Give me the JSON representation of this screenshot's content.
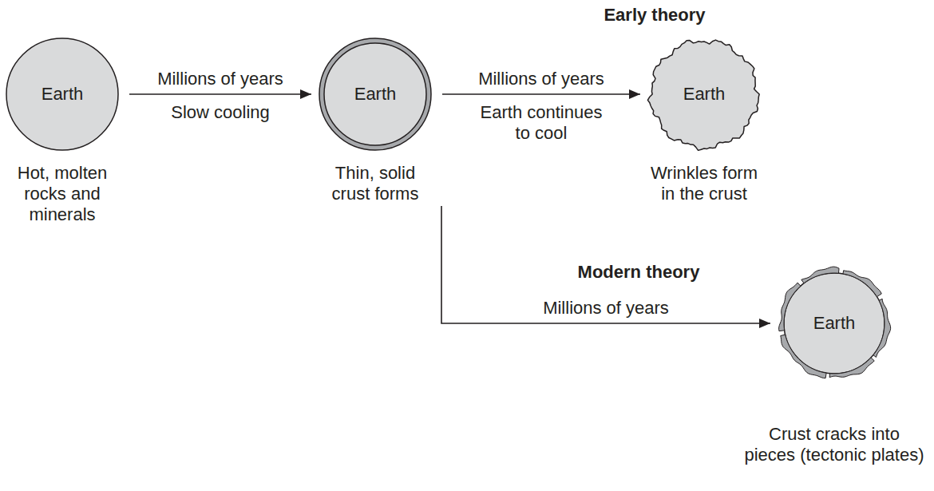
{
  "diagram": {
    "nodes": [
      {
        "text": [
          "Earth",
          "Hot, molten rocks and minerals"
        ]
      },
      {
        "text": [
          "Earth",
          "Thin, solid crust forms"
        ]
      },
      {
        "text": [
          "Earth",
          "Wrinkles form in the crust"
        ]
      },
      {
        "text": [
          "Earth",
          "Crust cracks into pieces (tectonic plates)"
        ]
      }
    ],
    "edges": [
      {
        "from": 0,
        "to": 1,
        "arrow": "to",
        "label": "Millions of years"
      },
      {
        "from": 1,
        "to": 2,
        "arrow": "to",
        "label": "Millions of years"
      },
      {
        "from": 1,
        "to": 3,
        "arrow": "to",
        "label": "Millions of years"
      }
    ],
    "labels": [
      "Early theory",
      "Slow cooling",
      "Earth continues to cool",
      "Modern theory"
    ]
  }
}
